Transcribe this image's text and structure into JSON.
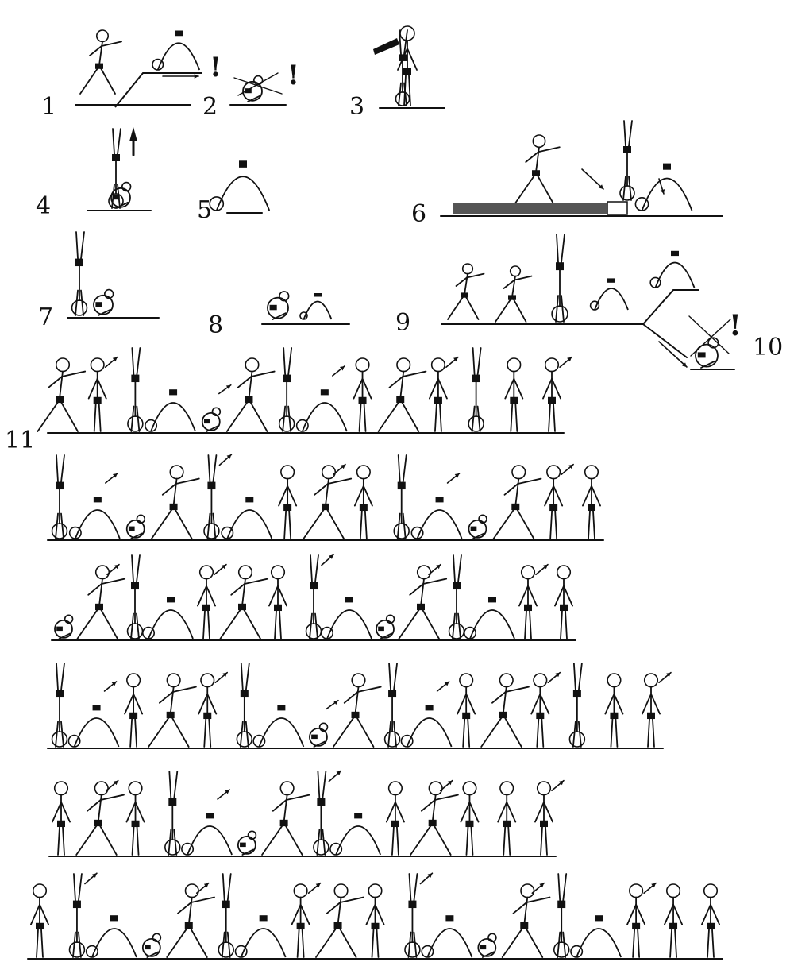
{
  "figure": {
    "labels": [
      "1",
      "2",
      "3",
      "4",
      "5",
      "6",
      "7",
      "8",
      "9",
      "10",
      "11"
    ],
    "emphasis_marks": [
      "!",
      "!",
      "!"
    ],
    "ink_color": "#111111",
    "paper_color": "#ffffff"
  }
}
